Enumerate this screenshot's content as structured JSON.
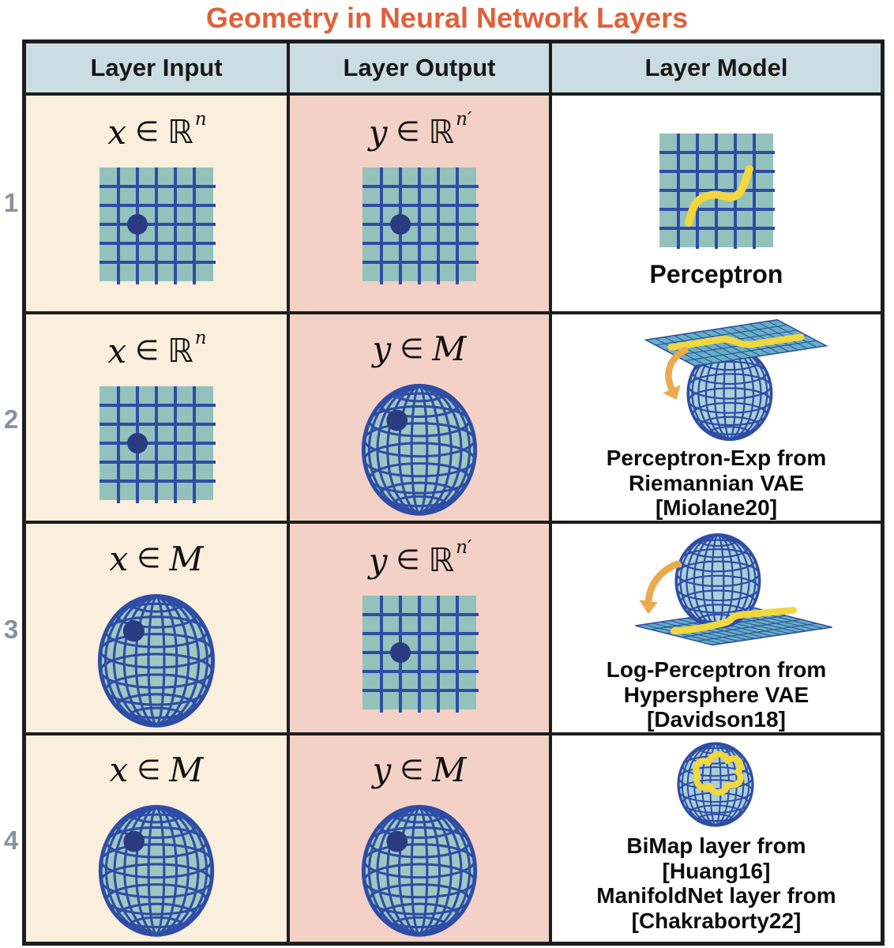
{
  "title": {
    "text": "Geometry in Neural Network Layers"
  },
  "table": {
    "headers": [
      {
        "label": "Layer Input"
      },
      {
        "label": "Layer Output"
      },
      {
        "label": "Layer Model"
      }
    ],
    "rows": [
      {
        "number": "1",
        "input": {
          "var": "x",
          "rel": "∈",
          "set": "ℝ",
          "sup": "n",
          "illustration": "plane-dot"
        },
        "output": {
          "var": "y",
          "rel": "∈",
          "set": "ℝ",
          "sup": "n′",
          "illustration": "plane-dot"
        },
        "model": {
          "illustration": "plane-curve",
          "caption_lines": [
            "Perceptron"
          ]
        }
      },
      {
        "number": "2",
        "input": {
          "var": "x",
          "rel": "∈",
          "set": "ℝ",
          "sup": "n",
          "illustration": "plane-dot"
        },
        "output": {
          "var": "y",
          "rel": "∈",
          "set": "M",
          "sup": "",
          "illustration": "sphere-dot"
        },
        "model": {
          "illustration": "plane-to-sphere",
          "caption_lines": [
            "Perceptron-Exp from",
            "Riemannian VAE",
            "[Miolane20]"
          ]
        }
      },
      {
        "number": "3",
        "input": {
          "var": "x",
          "rel": "∈",
          "set": "M",
          "sup": "",
          "illustration": "sphere-dot"
        },
        "output": {
          "var": "y",
          "rel": "∈",
          "set": "ℝ",
          "sup": "n′",
          "illustration": "plane-dot"
        },
        "model": {
          "illustration": "sphere-to-plane",
          "caption_lines": [
            "Log-Perceptron from",
            "Hypersphere VAE",
            "[Davidson18]"
          ]
        }
      },
      {
        "number": "4",
        "input": {
          "var": "x",
          "rel": "∈",
          "set": "M",
          "sup": "",
          "illustration": "sphere-dot"
        },
        "output": {
          "var": "y",
          "rel": "∈",
          "set": "M",
          "sup": "",
          "illustration": "sphere-dot"
        },
        "model": {
          "illustration": "sphere-curve",
          "caption_lines": [
            "BiMap layer from",
            "[Huang16]",
            "ManifoldNet layer from",
            "[Chakraborty22]"
          ]
        }
      }
    ]
  },
  "colors": {
    "title": "#e0603a",
    "header_bg": "#cbdce3",
    "input_bg": "#faeedc",
    "output_bg": "#f4d1c6",
    "model_bg": "#ffffff",
    "border": "#1d1d1e",
    "grid_fill": "#93c2bd",
    "grid_line": "#2e4da5",
    "point": "#2b3b82",
    "sphere_fill": "#9fc7c2",
    "model_sphere_fill": "#a9cfd8",
    "model_plane_fill": "#66b0c2",
    "curve_yellow": "#f2d73e",
    "arrow_orange": "#ecaa50",
    "row_number": "#8b919c"
  }
}
